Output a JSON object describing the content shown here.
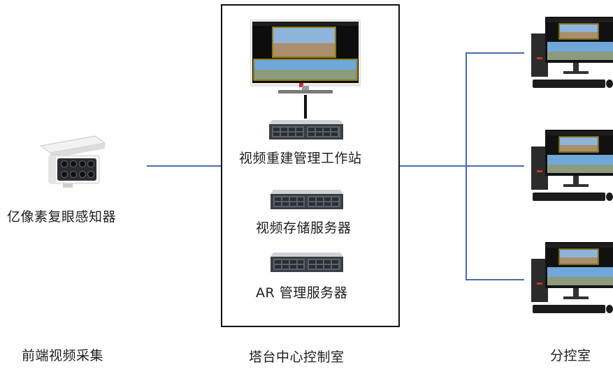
{
  "labels": {
    "camera": "亿像素复眼感知器",
    "front_group": "前端视频采集",
    "center_group": "塔台中心控制室",
    "branch_group": "分控室",
    "workstation": "视频重建管理工作站",
    "storage_server": "视频存储服务器",
    "ar_server": "AR 管理服务器"
  },
  "colors": {
    "link": "#4a6aa8",
    "box_border": "#111111",
    "server_body": "#3a3f46",
    "screen_frame": "#e9e9e9",
    "pc_accent": "#c0392b"
  },
  "icons": {
    "camera": "compound-eye-camera-icon",
    "monitor": "monitor-icon",
    "server": "rack-server-icon",
    "pc": "desktop-computer-icon"
  }
}
